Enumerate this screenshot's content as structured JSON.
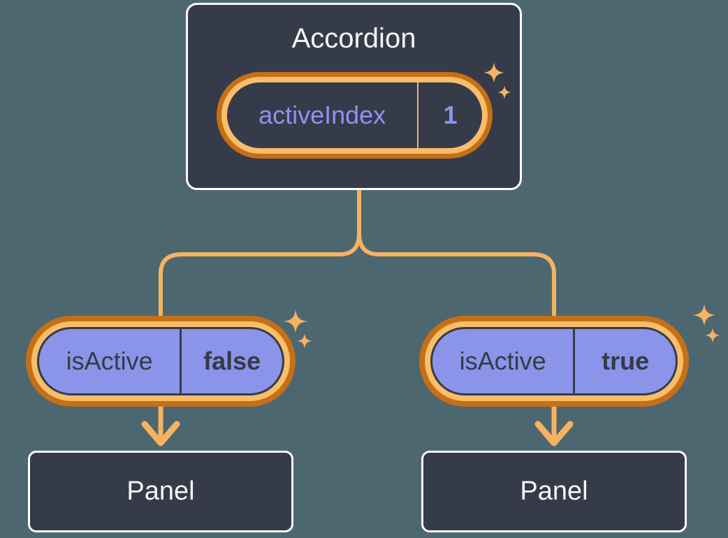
{
  "colors": {
    "background": "#4D6770",
    "card_bg": "#353B49",
    "card_border": "#FFFFFF",
    "ring_light": "#FABD69",
    "ring_dark": "#C56F17",
    "connector": "#F5B362",
    "sparkle": "#F5B362",
    "pill_purple": "#8A94E8",
    "purple_text": "#8C94F0",
    "dark_text": "#353B47",
    "light_text": "#F6F7F9"
  },
  "accordion": {
    "title": "Accordion",
    "state_pill": {
      "label": "activeIndex",
      "value": "1"
    }
  },
  "children": [
    {
      "pill": {
        "label": "isActive",
        "value": "false"
      },
      "panel_label": "Panel"
    },
    {
      "pill": {
        "label": "isActive",
        "value": "true"
      },
      "panel_label": "Panel"
    }
  ],
  "icons": {
    "sparkle": "sparkle-icon"
  }
}
